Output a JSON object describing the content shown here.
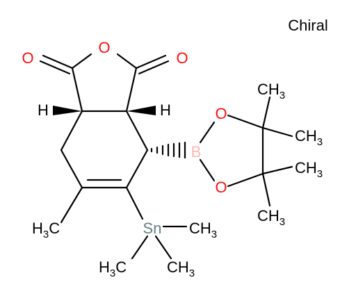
{
  "label": "Chiral",
  "atoms": {
    "o_ring": "O",
    "o_carbonyl_left": "O",
    "o_carbonyl_right": "O",
    "h_left": "H",
    "h_right": "H",
    "boron": "B",
    "o_boron_top": "O",
    "o_boron_bottom": "O",
    "tin": "Sn",
    "c": "C",
    "h": "H",
    "count": "3"
  },
  "colors": {
    "bond": "#000000",
    "oxygen": "#ff0d0d",
    "boron": "#ffb5b5",
    "tin": "#668080",
    "text": "#000000"
  }
}
